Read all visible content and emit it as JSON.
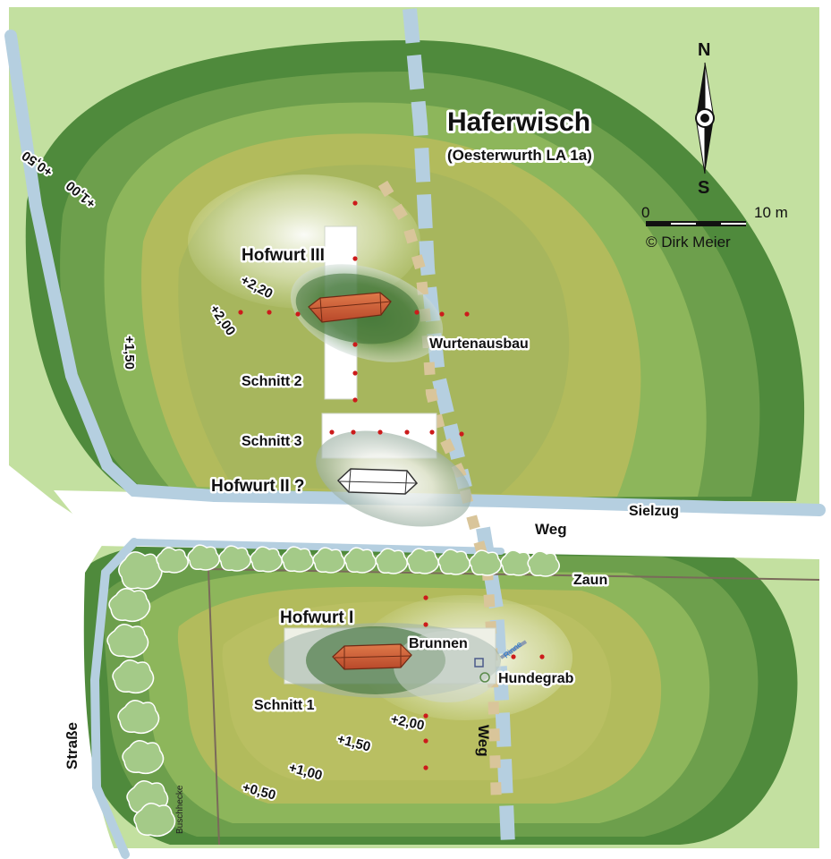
{
  "title": "Haferwisch",
  "subtitle": "(Oesterwurth LA 1a)",
  "north_label": "N",
  "south_label": "S",
  "scale": {
    "start": "0",
    "end": "10 m"
  },
  "credit": "© Dirk Meier",
  "labels": {
    "hofwurt_3": "Hofwurt III",
    "hofwurt_2": "Hofwurt II ?",
    "hofwurt_1": "Hofwurt I",
    "schnitt_1": "Schnitt 1",
    "schnitt_2": "Schnitt 2",
    "schnitt_3": "Schnitt 3",
    "wurtenausbau": "Wurtenausbau",
    "sielzug": "Sielzug",
    "weg_horizontal": "Weg",
    "weg_vertical": "Weg",
    "zaun": "Zaun",
    "strasse": "Straße",
    "brunnen": "Brunnen",
    "hundegrab": "Hundegrab",
    "buschhecke": "Buschhecke",
    "rinne": "Rinne"
  },
  "contours_north": [
    "+0,50",
    "+1,00",
    "+1,50",
    "+2,00",
    "+2,20"
  ],
  "contours_south": [
    "+0,50",
    "+1,00",
    "+1,50",
    "+2,00"
  ],
  "colors": {
    "meadow": "#c3e0a0",
    "dark_green": "#4f8a3c",
    "mid_green": "#7fae57",
    "olive": "#b7bb5e",
    "water": "#b5cfe0",
    "road": "#ffffff",
    "roof": "#cf5a32",
    "fence": "#7a6a5a",
    "dot": "#cc1b1b"
  }
}
